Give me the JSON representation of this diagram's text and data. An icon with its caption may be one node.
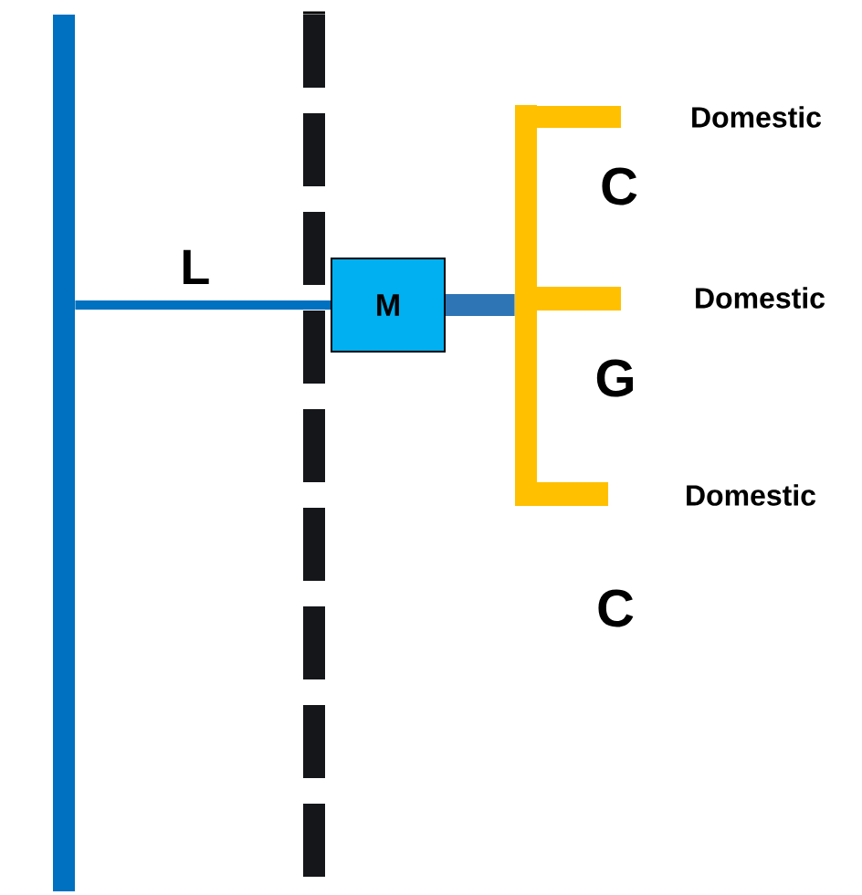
{
  "diagram": {
    "nodes": [
      {
        "text": [],
        "shape": "bar"
      },
      {
        "text": [
          "M"
        ]
      },
      {
        "text": [],
        "shape": "bar"
      }
    ],
    "edges": [
      {
        "from": 0,
        "to": 1,
        "arrow": "none",
        "label": "L",
        "color": "#0070c0"
      },
      {
        "from": 1,
        "to": 2,
        "arrow": "none",
        "style": "thick",
        "color": "#2e75b6"
      }
    ],
    "labels": [
      "Domestic",
      "C",
      "Domestic",
      "G",
      "Domestic",
      "C"
    ]
  }
}
